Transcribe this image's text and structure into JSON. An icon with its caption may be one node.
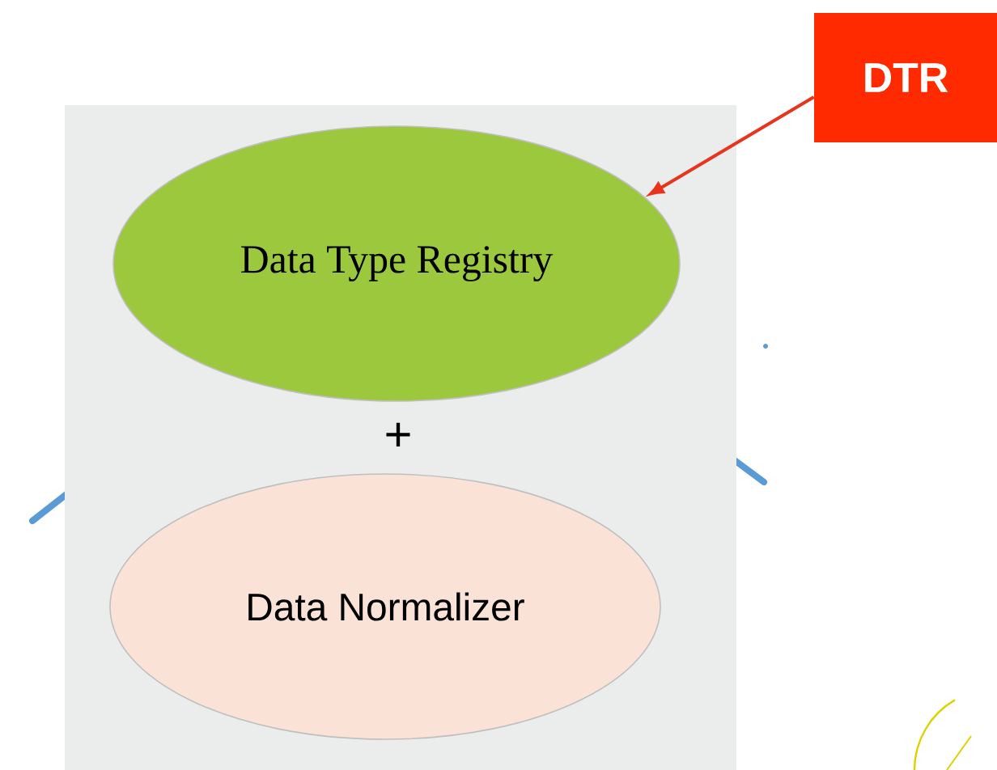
{
  "diagram": {
    "nodes": [
      {
        "text": [],
        "shape": "box"
      },
      {
        "text": [
          "Data Type Registry"
        ],
        "in": 0
      },
      {
        "text": [
          "Data Normalizer"
        ],
        "in": 0
      },
      {
        "text": [
          "DTR"
        ]
      }
    ],
    "edges": [
      {
        "from": 3,
        "to": 1,
        "arrow": "to",
        "color": "#e8341c"
      }
    ],
    "labels": [
      "+"
    ]
  }
}
